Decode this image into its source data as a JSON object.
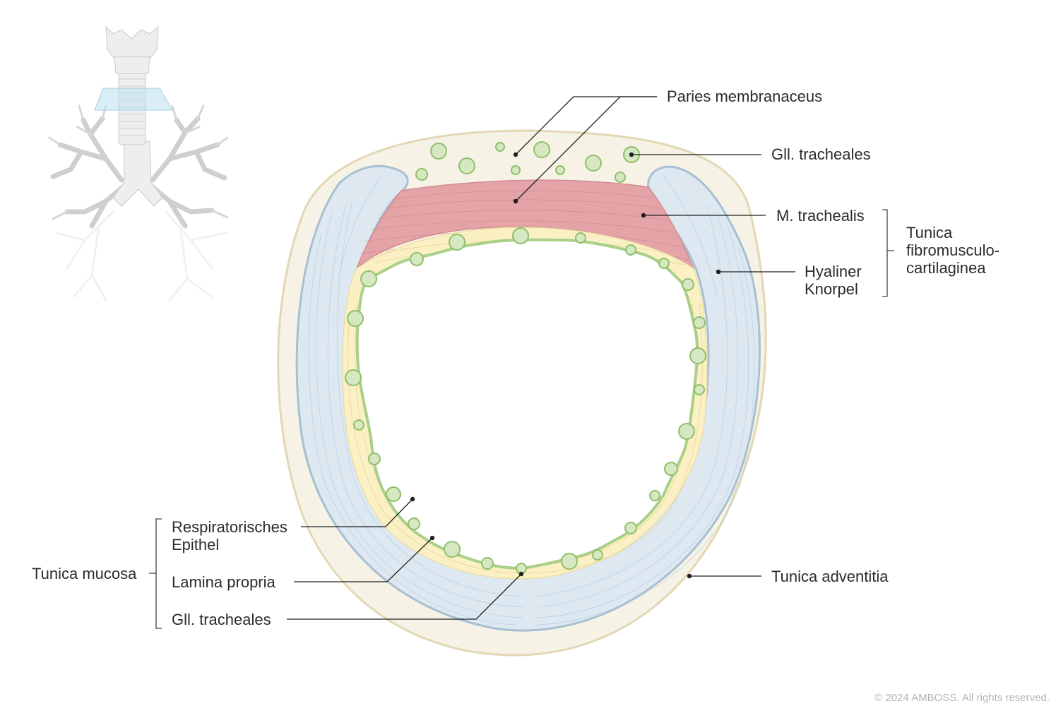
{
  "labels": {
    "paries_membranaceus": "Paries membranaceus",
    "gll_tracheales_top": "Gll. tracheales",
    "m_trachealis": "M. trachealis",
    "hyaliner_line1": "Hyaliner",
    "hyaliner_line2": "Knorpel",
    "tunica_fmc_line1": "Tunica",
    "tunica_fmc_line2": "fibromusculo-",
    "tunica_fmc_line3": "cartilaginea",
    "resp_line1": "Respiratorisches",
    "resp_line2": "Epithel",
    "lamina_propria": "Lamina propria",
    "gll_tracheales_bottom": "Gll. tracheales",
    "tunica_mucosa": "Tunica mucosa",
    "tunica_adventitia": "Tunica adventitia"
  },
  "copyright": "© 2024 AMBOSS. All rights reserved.",
  "colors": {
    "adventitia": "#f6f3e6",
    "adventitia_edge": "#e3d7b4",
    "cartilage": "#dde8f1",
    "cartilage_edge": "#a8bfd2",
    "muscle": "#e3a3a7",
    "mucosa": "#faf0c4",
    "epithel": "#a9cf88"
  }
}
